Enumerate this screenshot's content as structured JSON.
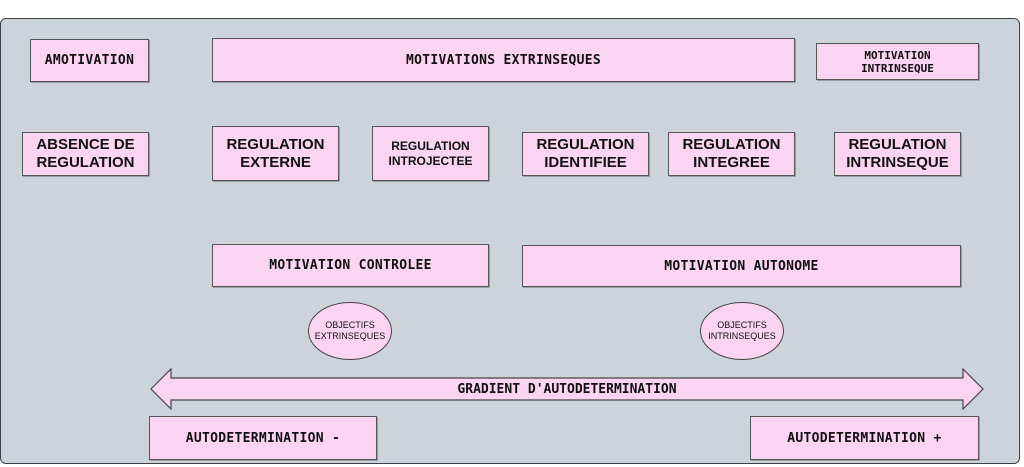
{
  "top_row": {
    "amotivation": "AMOTIVATION",
    "extrinsic": "MOTIVATIONS EXTRINSEQUES",
    "intrinsic": "MOTIVATION\nINTRINSEQUE"
  },
  "regulations": {
    "absence": "ABSENCE DE\nREGULATION",
    "externe": "REGULATION\nEXTERNE",
    "introjectee": "REGULATION\nINTROJECTEE",
    "identifiee": "REGULATION\nIDENTIFIEE",
    "integree": "REGULATION\nINTEGREE",
    "intrinseque": "REGULATION\nINTRINSEQUE"
  },
  "motivation_types": {
    "controlee": "MOTIVATION CONTROLEE",
    "autonome": "MOTIVATION AUTONOME"
  },
  "objectives": {
    "extrinsic": "OBJECTIFS\nEXTRINSEQUES",
    "intrinsic": "OBJECTIFS\nINTRINSEQUES"
  },
  "gradient": {
    "label": "GRADIENT D'AUTODETERMINATION"
  },
  "bottom_row": {
    "minus": "AUTODETERMINATION -",
    "plus": "AUTODETERMINATION +"
  },
  "colors": {
    "box_fill": "#fcd4f3",
    "panel_bg": "#cdd3db"
  }
}
